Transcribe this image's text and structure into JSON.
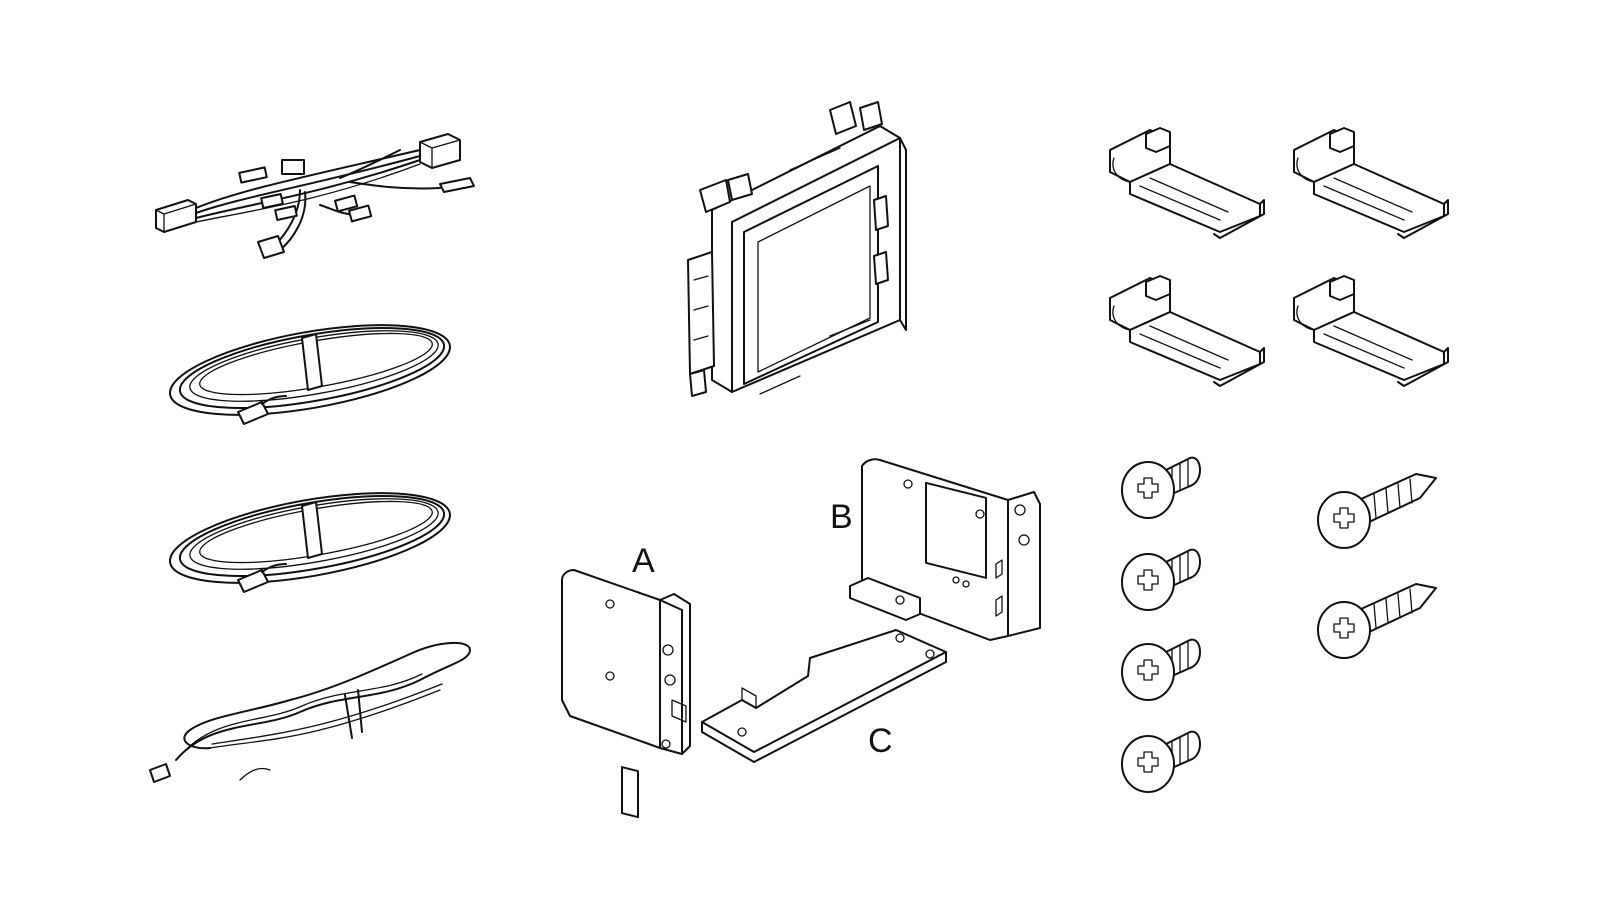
{
  "labels": {
    "bracket_a": "A",
    "bracket_b": "B",
    "plate_c": "C"
  },
  "counts": {
    "clips": 4,
    "pan_screws": 4,
    "tapping_screws": 2
  },
  "colors": {
    "line": "#111111",
    "background": "#ffffff"
  }
}
